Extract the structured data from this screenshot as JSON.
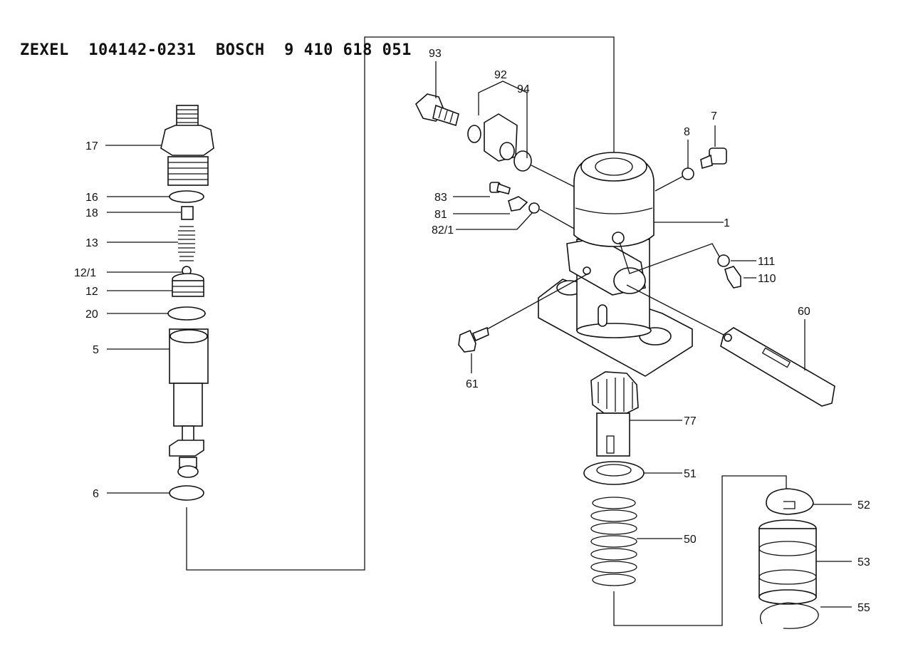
{
  "header": {
    "brand1": "ZEXEL",
    "code1": "104142-0231",
    "brand2": "BOSCH",
    "code2": "9 410 618 051"
  },
  "callouts": [
    {
      "id": "c17",
      "text": "17"
    },
    {
      "id": "c16",
      "text": "16"
    },
    {
      "id": "c18",
      "text": "18"
    },
    {
      "id": "c13",
      "text": "13"
    },
    {
      "id": "c12_1",
      "text": "12/1"
    },
    {
      "id": "c12",
      "text": "12"
    },
    {
      "id": "c20",
      "text": "20"
    },
    {
      "id": "c5",
      "text": "5"
    },
    {
      "id": "c6",
      "text": "6"
    },
    {
      "id": "c93",
      "text": "93"
    },
    {
      "id": "c92",
      "text": "92"
    },
    {
      "id": "c94",
      "text": "94"
    },
    {
      "id": "c8",
      "text": "8"
    },
    {
      "id": "c7",
      "text": "7"
    },
    {
      "id": "c83",
      "text": "83"
    },
    {
      "id": "c81",
      "text": "81"
    },
    {
      "id": "c82_1",
      "text": "82/1"
    },
    {
      "id": "c1",
      "text": "1"
    },
    {
      "id": "c111",
      "text": "111"
    },
    {
      "id": "c110",
      "text": "110"
    },
    {
      "id": "c60",
      "text": "60"
    },
    {
      "id": "c61",
      "text": "61"
    },
    {
      "id": "c77",
      "text": "77"
    },
    {
      "id": "c51",
      "text": "51"
    },
    {
      "id": "c52",
      "text": "52"
    },
    {
      "id": "c50",
      "text": "50"
    },
    {
      "id": "c53",
      "text": "53"
    },
    {
      "id": "c55",
      "text": "55"
    }
  ]
}
